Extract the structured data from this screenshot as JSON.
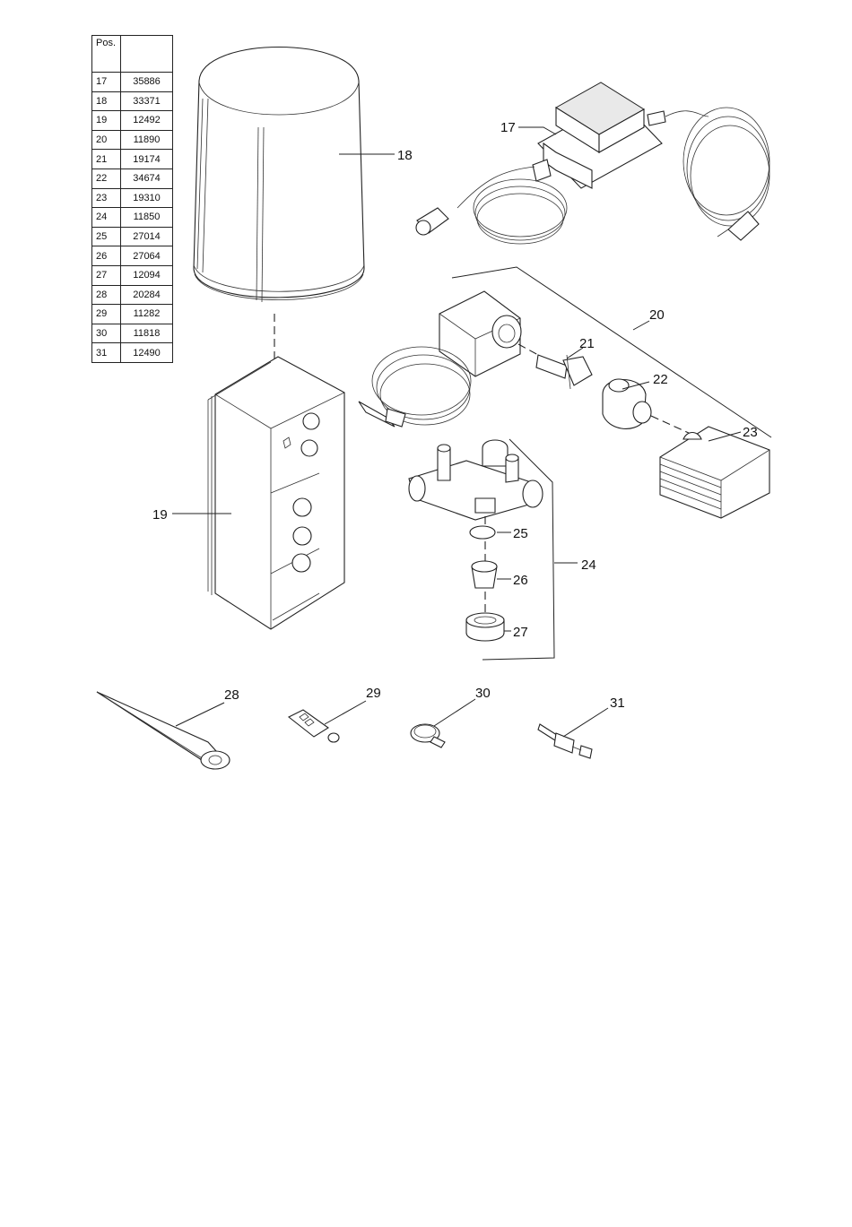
{
  "table": {
    "header_pos": "Pos.",
    "header_num": "",
    "rows": [
      {
        "pos": "17",
        "num": "35886"
      },
      {
        "pos": "18",
        "num": "33371"
      },
      {
        "pos": "19",
        "num": "12492"
      },
      {
        "pos": "20",
        "num": "11890"
      },
      {
        "pos": "21",
        "num": "19174"
      },
      {
        "pos": "22",
        "num": "34674"
      },
      {
        "pos": "23",
        "num": "19310"
      },
      {
        "pos": "24",
        "num": "11850"
      },
      {
        "pos": "25",
        "num": "27014"
      },
      {
        "pos": "26",
        "num": "27064"
      },
      {
        "pos": "27",
        "num": "12094"
      },
      {
        "pos": "28",
        "num": "20284"
      },
      {
        "pos": "29",
        "num": "11282"
      },
      {
        "pos": "30",
        "num": "11818"
      },
      {
        "pos": "31",
        "num": "12490"
      }
    ]
  },
  "callouts": {
    "c17": "17",
    "c18": "18",
    "c19": "19",
    "c20": "20",
    "c21": "21",
    "c22": "22",
    "c23": "23",
    "c24": "24",
    "c25": "25",
    "c26": "26",
    "c27": "27",
    "c28": "28",
    "c29": "29",
    "c30": "30",
    "c31": "31"
  },
  "colors": {
    "line": "#222222",
    "background": "#ffffff"
  }
}
